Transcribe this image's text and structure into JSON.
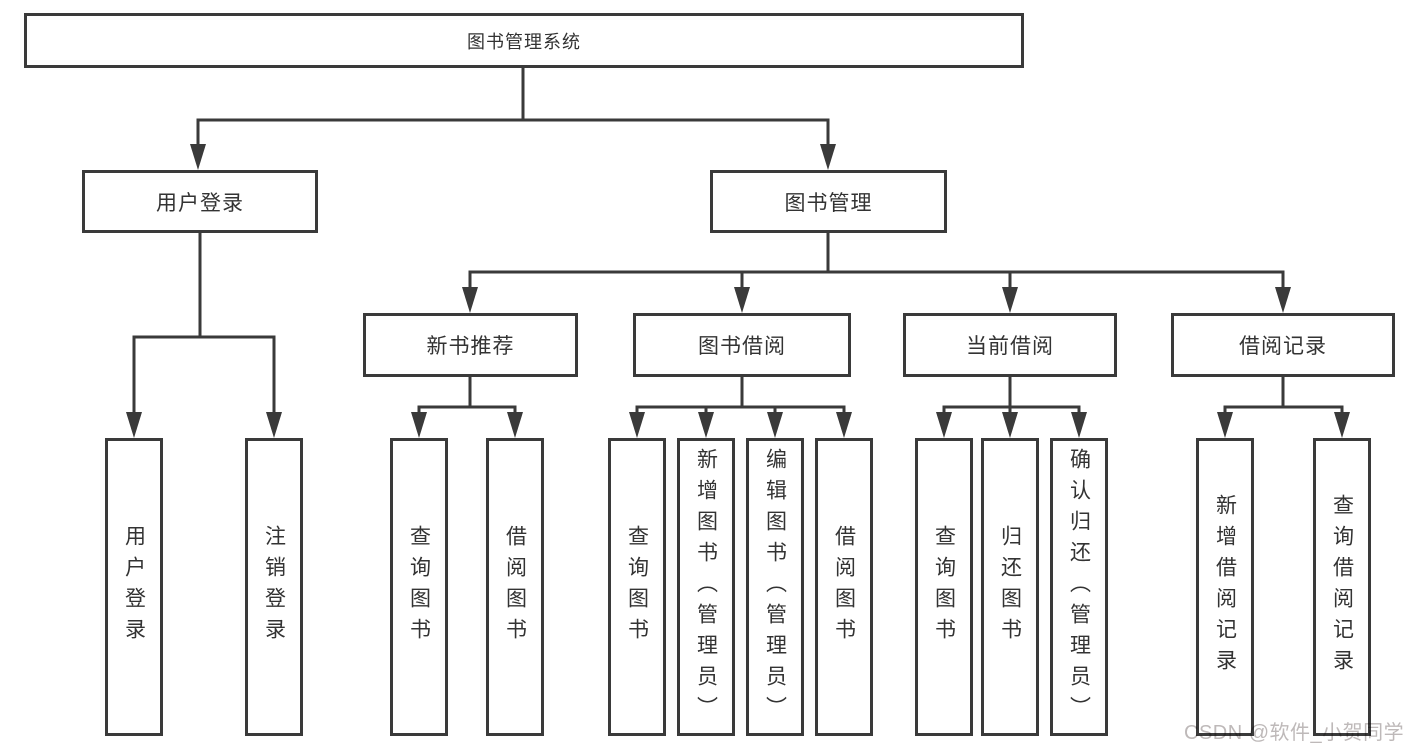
{
  "diagram_title": "图书管理系统",
  "tree": {
    "label": "图书管理系统",
    "children": [
      {
        "label": "用户登录",
        "children": [
          {
            "label": "用户登录"
          },
          {
            "label": "注销登录"
          }
        ]
      },
      {
        "label": "图书管理",
        "children": [
          {
            "label": "新书推荐",
            "children": [
              {
                "label": "查询图书"
              },
              {
                "label": "借阅图书"
              }
            ]
          },
          {
            "label": "图书借阅",
            "children": [
              {
                "label": "查询图书"
              },
              {
                "label": "新增图书（管理员）"
              },
              {
                "label": "编辑图书（管理员）"
              },
              {
                "label": "借阅图书"
              }
            ]
          },
          {
            "label": "当前借阅",
            "children": [
              {
                "label": "查询图书"
              },
              {
                "label": "归还图书"
              },
              {
                "label": "确认归还（管理员）"
              }
            ]
          },
          {
            "label": "借阅记录",
            "children": [
              {
                "label": "新增借阅记录"
              },
              {
                "label": "查询借阅记录"
              }
            ]
          }
        ]
      }
    ]
  },
  "watermark": {
    "text": "CSDN @软件_小贺同学",
    "color": "#b7b1b1"
  },
  "colors": {
    "background": "#ffffff",
    "line": "#3a3a3a",
    "box_fill": "#ffffff",
    "text": "#333333"
  }
}
